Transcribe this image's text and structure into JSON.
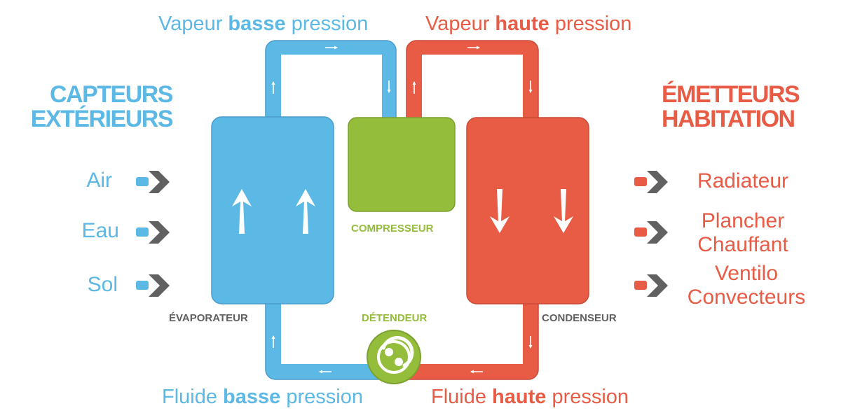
{
  "colors": {
    "blue": "#5cb8e4",
    "red": "#e85c46",
    "green": "#94bd3b",
    "gray": "#616161",
    "white": "#ffffff"
  },
  "top_left": {
    "pre": "Vapeur ",
    "bold": "basse",
    "post": " pression"
  },
  "top_right": {
    "pre": "Vapeur ",
    "bold": "haute",
    "post": " pression"
  },
  "bottom_left": {
    "pre": "Fluide ",
    "bold": "basse",
    "post": " pression"
  },
  "bottom_right": {
    "pre": "Fluide ",
    "bold": "haute",
    "post": " pression"
  },
  "sources": {
    "title_line1": "CAPTEURS",
    "title_line2": "EXTÉRIEURS",
    "items": [
      "Air",
      "Eau",
      "Sol"
    ]
  },
  "emitters": {
    "title_line1": "ÉMETTEURS",
    "title_line2": "HABITATION",
    "items": [
      {
        "line1": "Radiateur",
        "line2": ""
      },
      {
        "line1": "Plancher",
        "line2": "Chauffant"
      },
      {
        "line1": "Ventilo",
        "line2": "Convecteurs"
      }
    ]
  },
  "components": {
    "evaporator": "ÉVAPORATEUR",
    "compressor": "COMPRESSEUR",
    "expander": "DÉTENDEUR",
    "condenser": "CONDENSEUR"
  },
  "icons": {
    "flow_arrow": "arrow-icon",
    "chevron": "chevron-right-icon",
    "expander_symbol": "swirl-logo-icon"
  }
}
